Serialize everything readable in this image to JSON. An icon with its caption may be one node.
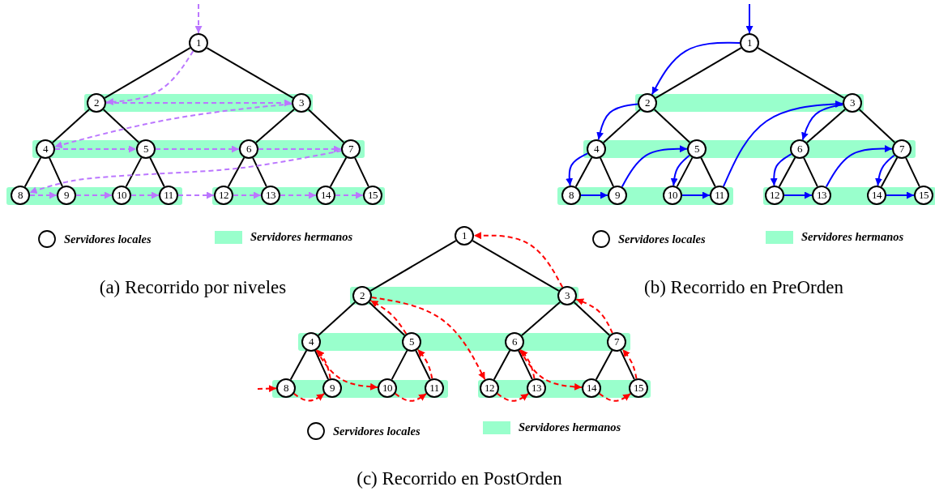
{
  "diagram": {
    "nodes": [
      {
        "text": [
          "1"
        ]
      },
      {
        "text": [
          "2"
        ]
      },
      {
        "text": [
          "3"
        ]
      },
      {
        "text": [
          "4"
        ]
      },
      {
        "text": [
          "5"
        ]
      },
      {
        "text": [
          "6"
        ]
      },
      {
        "text": [
          "7"
        ]
      },
      {
        "text": [
          "8"
        ]
      },
      {
        "text": [
          "9"
        ]
      },
      {
        "text": [
          "10"
        ]
      },
      {
        "text": [
          "11"
        ]
      },
      {
        "text": [
          "12"
        ]
      },
      {
        "text": [
          "13"
        ]
      },
      {
        "text": [
          "14"
        ]
      },
      {
        "text": [
          "15"
        ]
      },
      {
        "text": [
          "1"
        ]
      },
      {
        "text": [
          "2"
        ]
      },
      {
        "text": [
          "3"
        ]
      },
      {
        "text": [
          "4"
        ]
      },
      {
        "text": [
          "5"
        ]
      },
      {
        "text": [
          "6"
        ]
      },
      {
        "text": [
          "7"
        ]
      },
      {
        "text": [
          "8"
        ]
      },
      {
        "text": [
          "9"
        ]
      },
      {
        "text": [
          "10"
        ]
      },
      {
        "text": [
          "11"
        ]
      },
      {
        "text": [
          "12"
        ]
      },
      {
        "text": [
          "13"
        ]
      },
      {
        "text": [
          "14"
        ]
      },
      {
        "text": [
          "15"
        ]
      },
      {
        "text": [
          "1"
        ]
      },
      {
        "text": [
          "2"
        ]
      },
      {
        "text": [
          "3"
        ]
      },
      {
        "text": [
          "4"
        ]
      },
      {
        "text": [
          "5"
        ]
      },
      {
        "text": [
          "6"
        ]
      },
      {
        "text": [
          "7"
        ]
      },
      {
        "text": [
          "8"
        ]
      },
      {
        "text": [
          "9"
        ]
      },
      {
        "text": [
          "10"
        ]
      },
      {
        "text": [
          "11"
        ]
      },
      {
        "text": [
          "12"
        ]
      },
      {
        "text": [
          "13"
        ]
      },
      {
        "text": [
          "14"
        ]
      },
      {
        "text": [
          "15"
        ]
      }
    ],
    "edges": [
      {
        "from": 0,
        "to": 1,
        "arrow": "none"
      },
      {
        "from": 0,
        "to": 2,
        "arrow": "none"
      },
      {
        "from": 1,
        "to": 3,
        "arrow": "none"
      },
      {
        "from": 1,
        "to": 4,
        "arrow": "none"
      },
      {
        "from": 2,
        "to": 5,
        "arrow": "none"
      },
      {
        "from": 2,
        "to": 6,
        "arrow": "none"
      },
      {
        "from": 3,
        "to": 7,
        "arrow": "none"
      },
      {
        "from": 3,
        "to": 8,
        "arrow": "none"
      },
      {
        "from": 4,
        "to": 9,
        "arrow": "none"
      },
      {
        "from": 4,
        "to": 10,
        "arrow": "none"
      },
      {
        "from": 5,
        "to": 11,
        "arrow": "none"
      },
      {
        "from": 5,
        "to": 12,
        "arrow": "none"
      },
      {
        "from": 6,
        "to": 13,
        "arrow": "none"
      },
      {
        "from": 6,
        "to": 14,
        "arrow": "none"
      },
      {
        "from": null,
        "to": 0,
        "arrow": "to",
        "style": "dashed",
        "color": "#bb77ff"
      },
      {
        "from": 0,
        "to": 1,
        "arrow": "to",
        "style": "dashed",
        "color": "#bb77ff"
      },
      {
        "from": 1,
        "to": 2,
        "arrow": "to",
        "style": "dashed",
        "color": "#bb77ff"
      },
      {
        "from": 2,
        "to": 3,
        "arrow": "to",
        "style": "dashed",
        "color": "#bb77ff"
      },
      {
        "from": 3,
        "to": 4,
        "arrow": "to",
        "style": "dashed",
        "color": "#bb77ff"
      },
      {
        "from": 4,
        "to": 5,
        "arrow": "to",
        "style": "dashed",
        "color": "#bb77ff"
      },
      {
        "from": 5,
        "to": 6,
        "arrow": "to",
        "style": "dashed",
        "color": "#bb77ff"
      },
      {
        "from": 6,
        "to": 7,
        "arrow": "to",
        "style": "dashed",
        "color": "#bb77ff"
      },
      {
        "from": 7,
        "to": 8,
        "arrow": "to",
        "style": "dashed",
        "color": "#bb77ff"
      },
      {
        "from": 8,
        "to": 9,
        "arrow": "to",
        "style": "dashed",
        "color": "#bb77ff"
      },
      {
        "from": 9,
        "to": 10,
        "arrow": "to",
        "style": "dashed",
        "color": "#bb77ff"
      },
      {
        "from": 10,
        "to": 11,
        "arrow": "to",
        "style": "dashed",
        "color": "#bb77ff"
      },
      {
        "from": 11,
        "to": 12,
        "arrow": "to",
        "style": "dashed",
        "color": "#bb77ff"
      },
      {
        "from": 12,
        "to": 13,
        "arrow": "to",
        "style": "dashed",
        "color": "#bb77ff"
      },
      {
        "from": 13,
        "to": 14,
        "arrow": "to",
        "style": "dashed",
        "color": "#bb77ff"
      },
      {
        "from": 15,
        "to": 16,
        "arrow": "none"
      },
      {
        "from": 15,
        "to": 17,
        "arrow": "none"
      },
      {
        "from": 16,
        "to": 18,
        "arrow": "none"
      },
      {
        "from": 16,
        "to": 19,
        "arrow": "none"
      },
      {
        "from": 17,
        "to": 20,
        "arrow": "none"
      },
      {
        "from": 17,
        "to": 21,
        "arrow": "none"
      },
      {
        "from": 18,
        "to": 22,
        "arrow": "none"
      },
      {
        "from": 18,
        "to": 23,
        "arrow": "none"
      },
      {
        "from": 19,
        "to": 24,
        "arrow": "none"
      },
      {
        "from": 19,
        "to": 25,
        "arrow": "none"
      },
      {
        "from": 20,
        "to": 26,
        "arrow": "none"
      },
      {
        "from": 20,
        "to": 27,
        "arrow": "none"
      },
      {
        "from": 21,
        "to": 28,
        "arrow": "none"
      },
      {
        "from": 21,
        "to": 29,
        "arrow": "none"
      },
      {
        "from": null,
        "to": 15,
        "arrow": "to",
        "color": "#0000ff"
      },
      {
        "from": 15,
        "to": 16,
        "arrow": "to",
        "color": "#0000ff"
      },
      {
        "from": 16,
        "to": 18,
        "arrow": "to",
        "color": "#0000ff"
      },
      {
        "from": 18,
        "to": 22,
        "arrow": "to",
        "color": "#0000ff"
      },
      {
        "from": 22,
        "to": 23,
        "arrow": "to",
        "color": "#0000ff"
      },
      {
        "from": 23,
        "to": 19,
        "arrow": "to",
        "color": "#0000ff"
      },
      {
        "from": 19,
        "to": 24,
        "arrow": "to",
        "color": "#0000ff"
      },
      {
        "from": 24,
        "to": 25,
        "arrow": "to",
        "color": "#0000ff"
      },
      {
        "from": 25,
        "to": 17,
        "arrow": "to",
        "color": "#0000ff"
      },
      {
        "from": 17,
        "to": 20,
        "arrow": "to",
        "color": "#0000ff"
      },
      {
        "from": 20,
        "to": 26,
        "arrow": "to",
        "color": "#0000ff"
      },
      {
        "from": 26,
        "to": 27,
        "arrow": "to",
        "color": "#0000ff"
      },
      {
        "from": 27,
        "to": 21,
        "arrow": "to",
        "color": "#0000ff"
      },
      {
        "from": 21,
        "to": 28,
        "arrow": "to",
        "color": "#0000ff"
      },
      {
        "from": 28,
        "to": 29,
        "arrow": "to",
        "color": "#0000ff"
      },
      {
        "from": 30,
        "to": 31,
        "arrow": "none"
      },
      {
        "from": 30,
        "to": 32,
        "arrow": "none"
      },
      {
        "from": 31,
        "to": 33,
        "arrow": "none"
      },
      {
        "from": 31,
        "to": 34,
        "arrow": "none"
      },
      {
        "from": 32,
        "to": 35,
        "arrow": "none"
      },
      {
        "from": 32,
        "to": 36,
        "arrow": "none"
      },
      {
        "from": 33,
        "to": 37,
        "arrow": "none"
      },
      {
        "from": 33,
        "to": 38,
        "arrow": "none"
      },
      {
        "from": 34,
        "to": 39,
        "arrow": "none"
      },
      {
        "from": 34,
        "to": 40,
        "arrow": "none"
      },
      {
        "from": 35,
        "to": 41,
        "arrow": "none"
      },
      {
        "from": 35,
        "to": 42,
        "arrow": "none"
      },
      {
        "from": 36,
        "to": 43,
        "arrow": "none"
      },
      {
        "from": 36,
        "to": 44,
        "arrow": "none"
      },
      {
        "from": null,
        "to": 37,
        "arrow": "to",
        "style": "dashed",
        "color": "#ff0000"
      },
      {
        "from": 37,
        "to": 38,
        "arrow": "to",
        "style": "dashed",
        "color": "#ff0000"
      },
      {
        "from": 38,
        "to": 33,
        "arrow": "to",
        "style": "dashed",
        "color": "#ff0000"
      },
      {
        "from": 33,
        "to": 39,
        "arrow": "to",
        "style": "dashed",
        "color": "#ff0000"
      },
      {
        "from": 39,
        "to": 40,
        "arrow": "to",
        "style": "dashed",
        "color": "#ff0000"
      },
      {
        "from": 40,
        "to": 34,
        "arrow": "to",
        "style": "dashed",
        "color": "#ff0000"
      },
      {
        "from": 34,
        "to": 31,
        "arrow": "to",
        "style": "dashed",
        "color": "#ff0000"
      },
      {
        "from": 31,
        "to": 41,
        "arrow": "to",
        "style": "dashed",
        "color": "#ff0000"
      },
      {
        "from": 41,
        "to": 42,
        "arrow": "to",
        "style": "dashed",
        "color": "#ff0000"
      },
      {
        "from": 42,
        "to": 35,
        "arrow": "to",
        "style": "dashed",
        "color": "#ff0000"
      },
      {
        "from": 35,
        "to": 43,
        "arrow": "to",
        "style": "dashed",
        "color": "#ff0000"
      },
      {
        "from": 43,
        "to": 44,
        "arrow": "to",
        "style": "dashed",
        "color": "#ff0000"
      },
      {
        "from": 44,
        "to": 36,
        "arrow": "to",
        "style": "dashed",
        "color": "#ff0000"
      },
      {
        "from": 36,
        "to": 32,
        "arrow": "to",
        "style": "dashed",
        "color": "#ff0000"
      },
      {
        "from": 32,
        "to": 30,
        "arrow": "to",
        "style": "dashed",
        "color": "#ff0000"
      }
    ],
    "labels": [
      "(a) Recorrido por niveles",
      "(b) Recorrido en PreOrden",
      "(c) Recorrido en PostOrden"
    ],
    "legend": [
      {
        "text": "Servidores locales"
      },
      {
        "text": "Servidores hermanos",
        "color": "#99ffcc"
      },
      {
        "text": "Servidores locales"
      },
      {
        "text": "Servidores hermanos",
        "color": "#99ffcc"
      },
      {
        "text": "Servidores locales"
      },
      {
        "text": "Servidores hermanos",
        "color": "#99ffcc"
      }
    ]
  }
}
